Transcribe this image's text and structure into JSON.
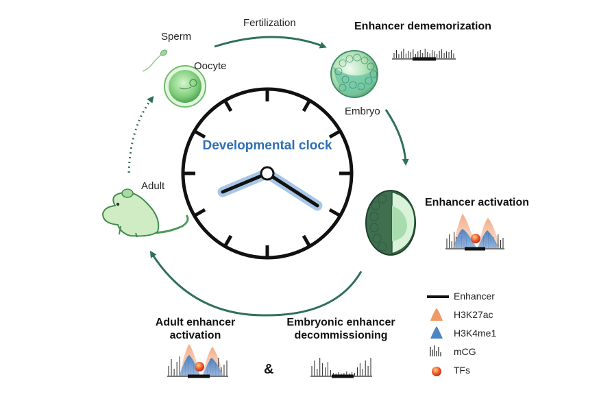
{
  "center": {
    "title": "Developmental clock",
    "title_color": "#2e6fb5"
  },
  "stages": {
    "sperm": "Sperm",
    "oocyte": "Oocyte",
    "fertilization": "Fertilization",
    "embryo": "Embryo",
    "adult": "Adult"
  },
  "headings": {
    "dememorization": "Enhancer dememorization",
    "activation": "Enhancer activation",
    "adult_activation": [
      "Adult enhancer",
      "activation"
    ],
    "decommissioning": [
      "Embryonic enhancer",
      "decommissioning"
    ],
    "ampersand": "&"
  },
  "legend": [
    {
      "icon": "enhancer-line-icon",
      "label": "Enhancer"
    },
    {
      "icon": "h3k27ac-peak-icon",
      "label": "H3K27ac"
    },
    {
      "icon": "h3k4me1-peak-icon",
      "label": "H3K4me1"
    },
    {
      "icon": "mcg-bars-icon",
      "label": "mCG"
    },
    {
      "icon": "tf-circle-icon",
      "label": "TFs"
    }
  ],
  "colors": {
    "arrow": "#2f6f5f",
    "cell_green": "#8fd08a",
    "h3k27ac": "#e8864e",
    "h3k4me1": "#4d84c4",
    "tf": "#e8452e",
    "mouse": "#cfecc4"
  }
}
